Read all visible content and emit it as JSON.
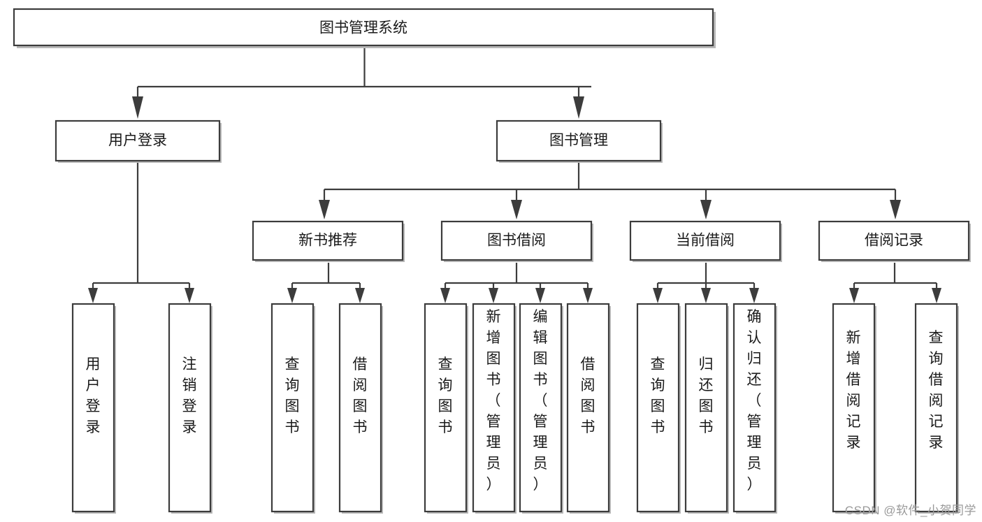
{
  "diagram": {
    "type": "tree-hierarchy",
    "title": "图书管理系统",
    "watermark": "CSDN @软件_小贺同学",
    "colors": {
      "box_stroke": "#3c3c3c",
      "box_fill": "#ffffff",
      "text": "#1a1a1a",
      "watermark": "#9a9a9a",
      "background": "#ffffff"
    },
    "levels": {
      "root": {
        "label": "图书管理系统"
      },
      "level2": [
        {
          "id": "user-login",
          "label": "用户登录"
        },
        {
          "id": "book-management",
          "label": "图书管理"
        }
      ],
      "level3": [
        {
          "id": "new-book-recommend",
          "label": "新书推荐",
          "parent": "book-management"
        },
        {
          "id": "book-borrow",
          "label": "图书借阅",
          "parent": "book-management"
        },
        {
          "id": "current-borrow",
          "label": "当前借阅",
          "parent": "book-management"
        },
        {
          "id": "borrow-record",
          "label": "借阅记录",
          "parent": "book-management"
        }
      ],
      "leaves": [
        {
          "id": "leaf-user-login",
          "label": "用户登录",
          "parent": "user-login"
        },
        {
          "id": "leaf-logout-login",
          "label": "注销登录",
          "parent": "user-login"
        },
        {
          "id": "leaf-query-book-1",
          "label": "查询图书",
          "parent": "new-book-recommend"
        },
        {
          "id": "leaf-borrow-book-1",
          "label": "借阅图书",
          "parent": "new-book-recommend"
        },
        {
          "id": "leaf-query-book-2",
          "label": "查询图书",
          "parent": "book-borrow"
        },
        {
          "id": "leaf-add-book",
          "label": "新增图书（管理员）",
          "parent": "book-borrow"
        },
        {
          "id": "leaf-edit-book",
          "label": "编辑图书（管理员）",
          "parent": "book-borrow"
        },
        {
          "id": "leaf-borrow-book-2",
          "label": "借阅图书",
          "parent": "book-borrow"
        },
        {
          "id": "leaf-query-book-3",
          "label": "查询图书",
          "parent": "current-borrow"
        },
        {
          "id": "leaf-return-book",
          "label": "归还图书",
          "parent": "current-borrow"
        },
        {
          "id": "leaf-confirm-return",
          "label": "确认归还（管理员）",
          "parent": "current-borrow"
        },
        {
          "id": "leaf-add-record",
          "label": "新增借阅记录",
          "parent": "borrow-record"
        },
        {
          "id": "leaf-query-record",
          "label": "查询借阅记录",
          "parent": "borrow-record"
        }
      ]
    }
  }
}
